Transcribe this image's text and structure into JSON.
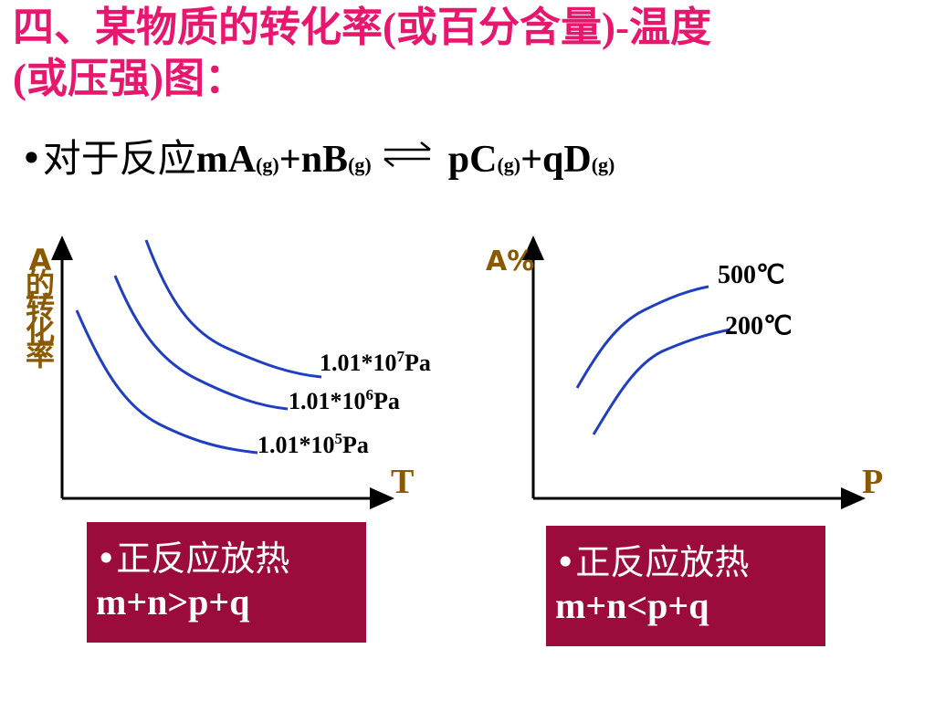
{
  "slide": {
    "title_cn1": "四、某物质的转化率",
    "title_paren1": "(",
    "title_cn2": "或百分含量",
    "title_paren2": ")-",
    "title_cn3": "温度",
    "title_line2_paren1": "(",
    "title_line2_cn1": "或压强",
    "title_line2_paren2": ")",
    "title_line2_cn2": "图：",
    "reaction": {
      "prefix": "•对于反应",
      "term1": "mA",
      "sub1": "(g)",
      "plus1": "+nB",
      "sub2": "(g)",
      "term3": "pC",
      "sub3": "(g)",
      "plus2": "+qD",
      "sub4": "(g)"
    }
  },
  "chart_left": {
    "ylabel": "A的转化率",
    "xlabel": "T",
    "curves": [
      {
        "label_base": "1.01*10",
        "label_exp": "7",
        "label_unit": "Pa"
      },
      {
        "label_base": "1.01*10",
        "label_exp": "6",
        "label_unit": "Pa"
      },
      {
        "label_base": "1.01*10",
        "label_exp": "5",
        "label_unit": "Pa"
      }
    ],
    "axis_label_color": "#8b5a00",
    "curve_color": "#1f3fbf"
  },
  "chart_right": {
    "ylabel": "A%",
    "xlabel": "P",
    "curves": [
      {
        "label": "500℃"
      },
      {
        "label": "200℃"
      }
    ]
  },
  "boxes": [
    {
      "line1": "•正反应放热",
      "line2": "m+n>p+q"
    },
    {
      "line1": "•正反应放热",
      "line2": "m+n<p+q"
    }
  ]
}
